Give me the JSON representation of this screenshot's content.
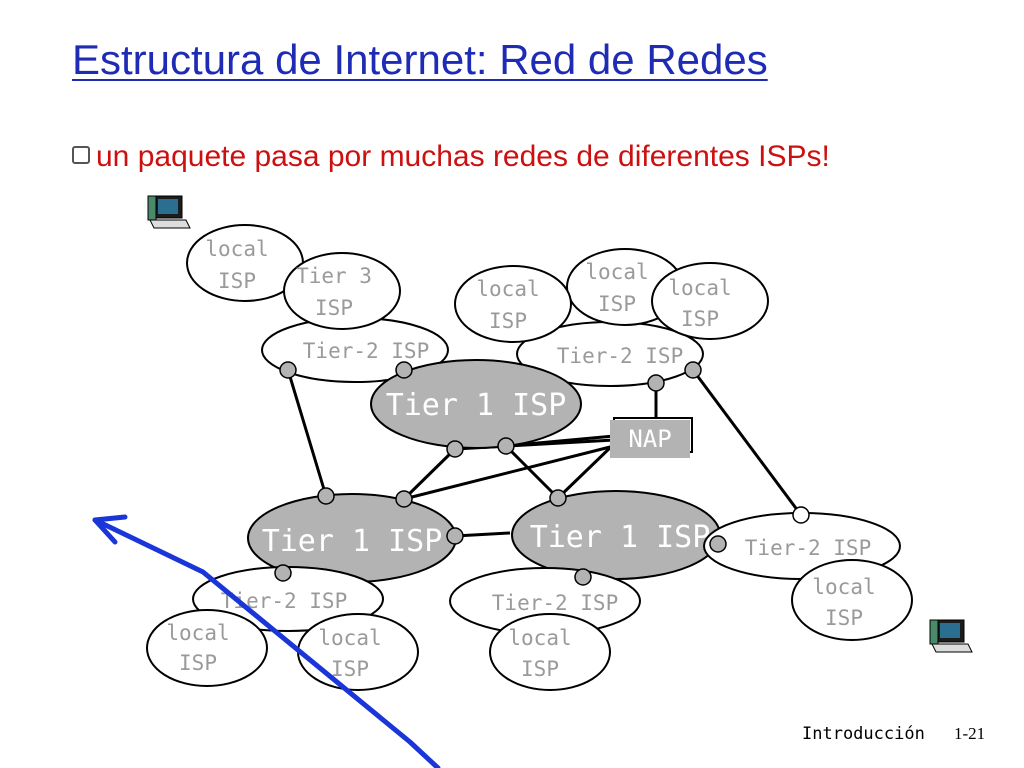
{
  "slide": {
    "title": "Estructura de Internet: Red de Redes",
    "bullet": "un paquete pasa por muchas redes de diferentes ISPs!"
  },
  "diagram": {
    "tier1": [
      "Tier 1 ISP",
      "Tier 1 ISP",
      "Tier 1 ISP"
    ],
    "tier2": [
      "Tier-2 ISP",
      "Tier-2 ISP",
      "Tier-2 ISP",
      "Tier-2 ISP",
      "Tier-2 ISP"
    ],
    "tier3": [
      "Tier 3",
      "ISP"
    ],
    "local": [
      "local",
      "ISP"
    ],
    "nap": "NAP"
  },
  "footer": {
    "section": "Introducción",
    "page": "1-21"
  },
  "colors": {
    "title": "#1e2bb5",
    "bullet": "#cc1010",
    "tier1_fill": "#b3b3b3",
    "path_arrow": "#1a35d8"
  }
}
